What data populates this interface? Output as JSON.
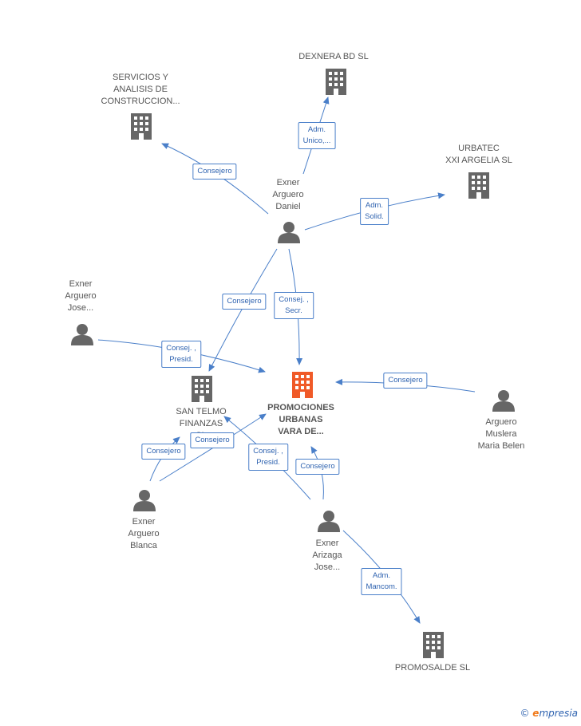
{
  "colors": {
    "edge": "#4a7fc9",
    "icon": "#666666",
    "main_icon": "#f05a28",
    "text": "#555555",
    "label_text": "#2f63b0"
  },
  "nodes": {
    "main": {
      "label": "PROMOCIONES\nURBANAS\nVARA DE...",
      "type": "company",
      "highlight": true
    },
    "dexnera": {
      "label": "DEXNERA BD SL",
      "type": "company"
    },
    "servicios": {
      "label": "SERVICIOS Y\nANALISIS DE\nCONSTRUCCION...",
      "type": "company"
    },
    "urbatec": {
      "label": "URBATEC\nXXI ARGELIA SL",
      "type": "company"
    },
    "santelmo": {
      "label": "SAN TELMO\nFINANZAS\nSL",
      "type": "company"
    },
    "promosalde": {
      "label": "PROMOSALDE SL",
      "type": "company"
    },
    "daniel": {
      "label": "Exner\nArguero\nDaniel",
      "type": "person"
    },
    "jose": {
      "label": "Exner\nArguero\nJose...",
      "type": "person"
    },
    "arguero": {
      "label": "Arguero\nMuslera\nMaria Belen",
      "type": "person"
    },
    "blanca": {
      "label": "Exner\nArguero\nBlanca",
      "type": "person"
    },
    "arizaga": {
      "label": "Exner\nArizaga\nJose...",
      "type": "person"
    }
  },
  "edges": [
    {
      "id": "daniel-dexnera",
      "label": "Adm.\nUnico,..."
    },
    {
      "id": "daniel-servicios",
      "label": "Consejero"
    },
    {
      "id": "daniel-urbatec",
      "label": "Adm.\nSolid."
    },
    {
      "id": "daniel-santelmo",
      "label": "Consejero"
    },
    {
      "id": "daniel-main",
      "label": "Consej. ,\nSecr."
    },
    {
      "id": "jose-main",
      "label": "Consej. ,\nPresid."
    },
    {
      "id": "arguero-main",
      "label": "Consejero"
    },
    {
      "id": "blanca-santelmo",
      "label": "Consejero"
    },
    {
      "id": "blanca-main",
      "label": "Consejero"
    },
    {
      "id": "arizaga-santelmo",
      "label": "Consej. ,\nPresid."
    },
    {
      "id": "arizaga-main",
      "label": "Consejero"
    },
    {
      "id": "arizaga-promosalde",
      "label": "Adm.\nMancom."
    }
  ],
  "copyright": {
    "symbol": "©",
    "brand_e": "e",
    "brand_rest": "mpresia"
  }
}
